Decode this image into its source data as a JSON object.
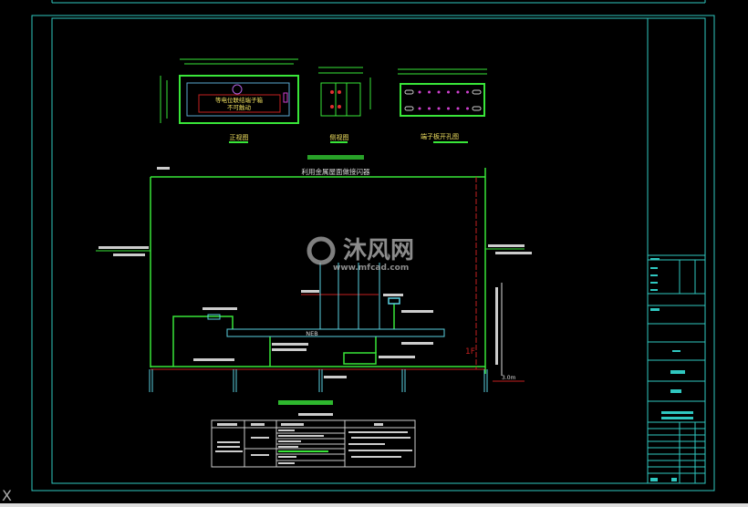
{
  "drawing": {
    "front_view": {
      "box_title": "等电位联结端子箱",
      "box_warning": "不可触动",
      "label": "正视图"
    },
    "side_view": {
      "label": "侧视图"
    },
    "terminal_plate": {
      "label": "端子板开孔图"
    },
    "elevation": {
      "roof_label": "利用金属屋面做接闪器",
      "bus_label": "NEB",
      "floor_label": "1F",
      "height_dim": "3.0m"
    },
    "watermark": {
      "brand": "沐风网",
      "url": "www.mfcad.com"
    }
  },
  "colors": {
    "background": "#000000",
    "frame": "#2fc7c0",
    "green": "#39e639",
    "red": "#c42020",
    "yellow": "#f0e060",
    "magenta": "#d040d0"
  },
  "status": {
    "axis_icon": "X"
  }
}
